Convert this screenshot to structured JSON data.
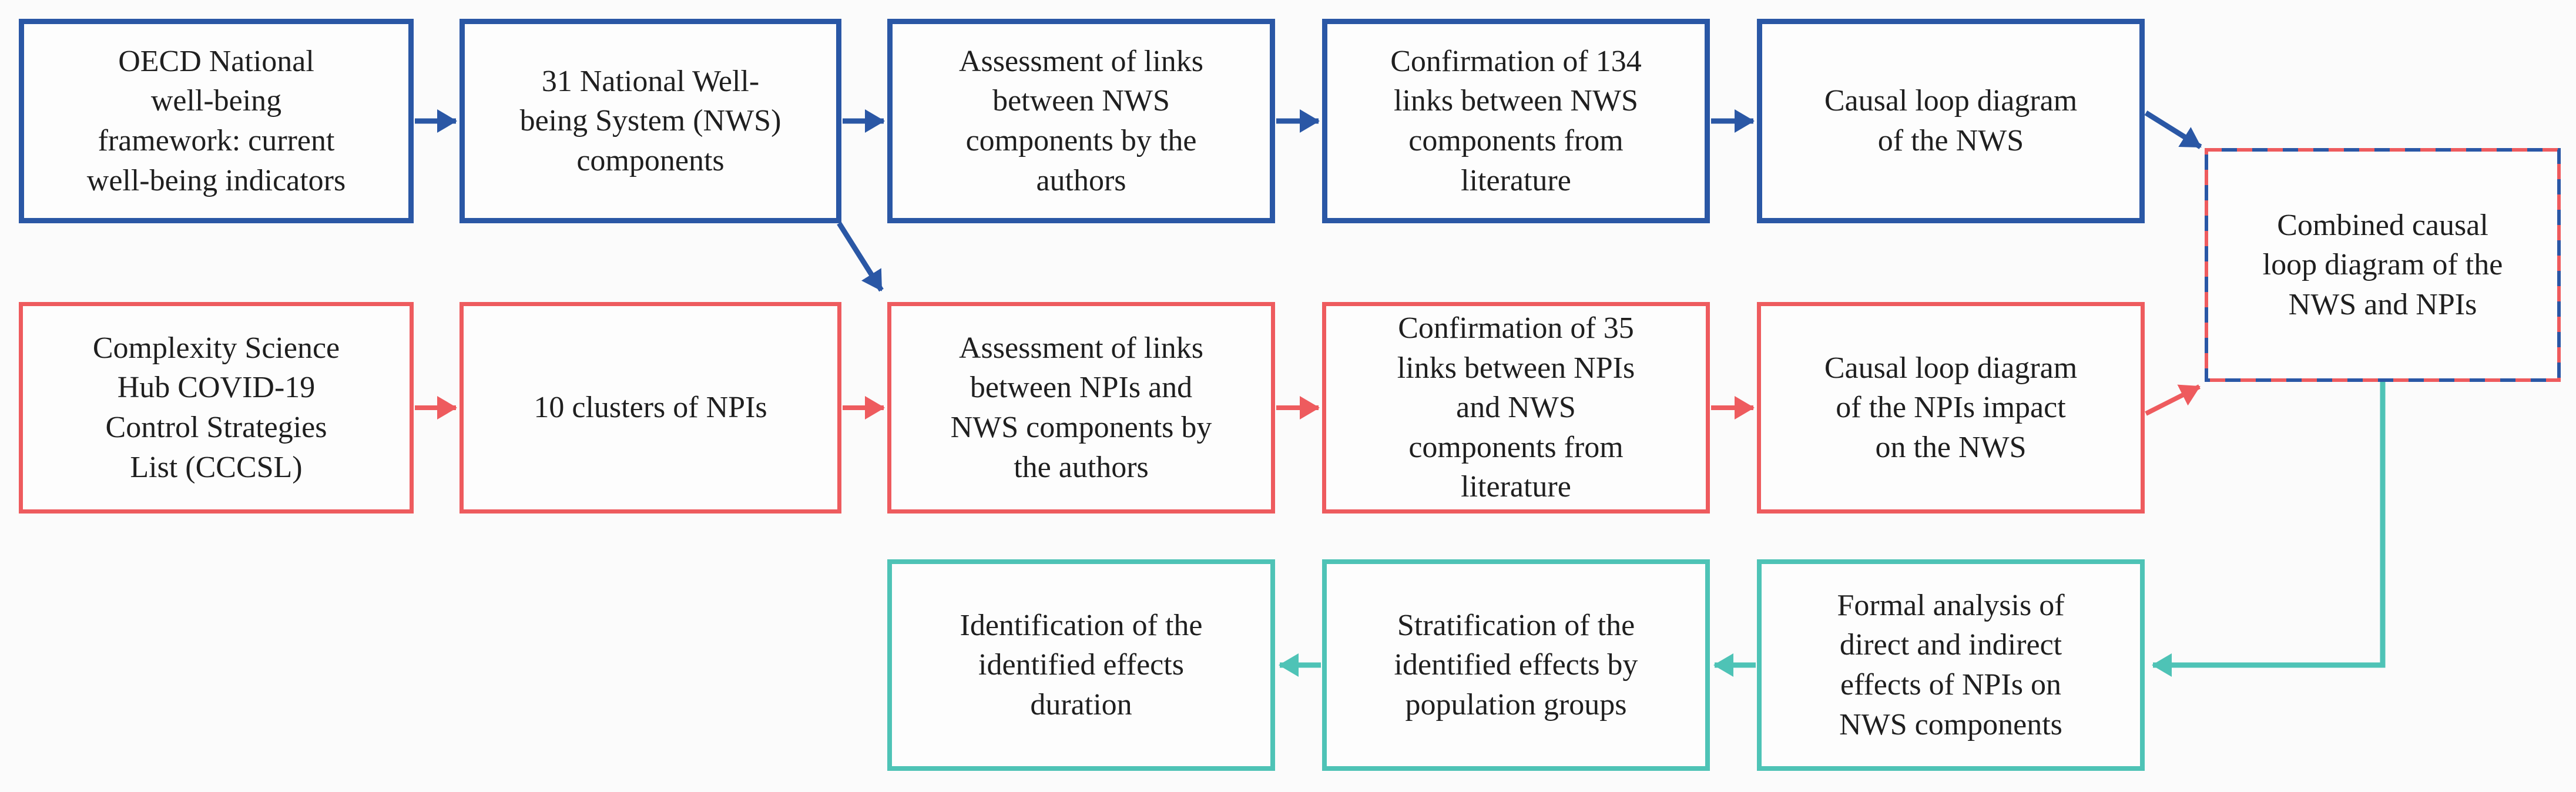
{
  "colors": {
    "blue": "#2a57a5",
    "red": "#ee5b5e",
    "teal": "#4ec3b6",
    "text": "#1f1f1f",
    "background": "#fbfbfb"
  },
  "nws_row": {
    "boxes": [
      {
        "label": "OECD National\nwell-being\nframework: current\nwell-being indicators"
      },
      {
        "label": "31 National Well-\nbeing System (NWS)\ncomponents"
      },
      {
        "label": "Assessment of links\nbetween NWS\ncomponents by the\nauthors"
      },
      {
        "label": "Confirmation of 134\nlinks between NWS\ncomponents from\nliterature"
      },
      {
        "label": "Causal loop diagram\nof the NWS"
      }
    ]
  },
  "npi_row": {
    "boxes": [
      {
        "label": "Complexity Science\nHub COVID-19\nControl Strategies\nList (CCCSL)"
      },
      {
        "label": "10 clusters of NPIs"
      },
      {
        "label": "Assessment of links\nbetween NPIs and\nNWS components by\nthe authors"
      },
      {
        "label": "Confirmation of 35\nlinks between NPIs\nand NWS\ncomponents from\nliterature"
      },
      {
        "label": "Causal loop diagram\nof the NPIs impact\non the NWS"
      }
    ]
  },
  "combined": {
    "label": "Combined causal\nloop diagram of the\nNWS and NPIs"
  },
  "analysis_row": {
    "boxes": [
      {
        "label": "Identification of the\nidentified effects\nduration"
      },
      {
        "label": "Stratification of the\nidentified effects by\npopulation groups"
      },
      {
        "label": "Formal analysis of\ndirect and indirect\neffects of NPIs on\nNWS components"
      }
    ]
  }
}
